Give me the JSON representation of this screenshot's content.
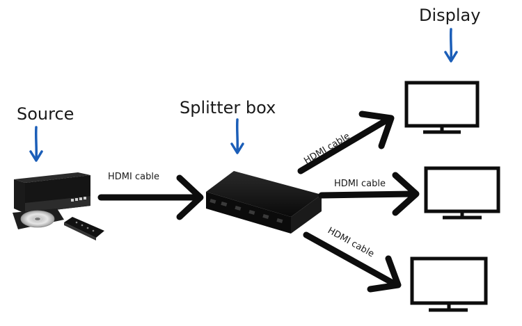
{
  "labels": {
    "source": "Source",
    "splitter": "Splitter box",
    "display": "Display",
    "cable_main": "HDMI cable",
    "cable_top": "HDMI cable",
    "cable_mid": "HDMI cable",
    "cable_bottom": "HDMI cable"
  },
  "icons": {
    "pointer": "down-arrow-icon",
    "device_source": "dvd-player-icon",
    "device_splitter": "hdmi-splitter-icon",
    "device_display": "monitor-icon"
  },
  "colors": {
    "pointer_arrow": "#1b5eb8",
    "cable_arrow": "#0d0d0d",
    "device_body": "#111111"
  }
}
